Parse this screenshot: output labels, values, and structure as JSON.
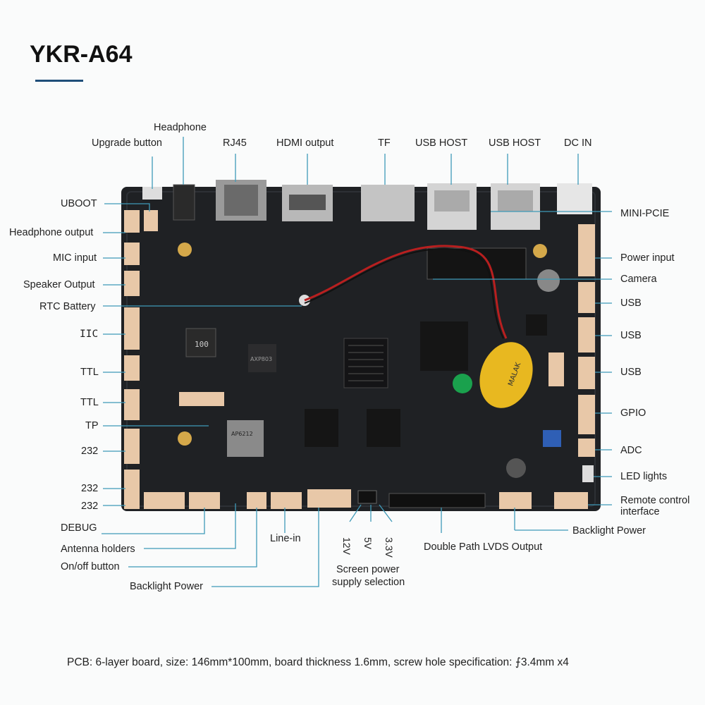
{
  "title": "YKR-A64",
  "labels": {
    "headphone": "Headphone",
    "upgrade_button": "Upgrade button",
    "rj45": "RJ45",
    "hdmi_output": "HDMI output",
    "tf": "TF",
    "usb_host_1": "USB HOST",
    "usb_host_2": "USB HOST",
    "dc_in": "DC IN",
    "uboot": "UBOOT",
    "headphone_output": "Headphone output",
    "mic_input": "MIC input",
    "speaker_output": "Speaker Output",
    "rtc_battery": "RTC Battery",
    "iic": "IIC",
    "ttl_1": "TTL",
    "ttl_2": "TTL",
    "tp": "TP",
    "rs232_1": "232",
    "rs232_2": "232",
    "rs232_3": "232",
    "debug": "DEBUG",
    "antenna_holders": "Antenna holders",
    "onoff_button": "On/off button",
    "backlight_power_left": "Backlight Power",
    "line_in": "Line-in",
    "v12": "12V",
    "v5": "5V",
    "v33": "3.3V",
    "screen_power_1": "Screen power",
    "screen_power_2": "supply selection",
    "lvds_output": "Double Path LVDS Output",
    "backlight_power_right": "Backlight Power",
    "mini_pcie": "MINI-PCIE",
    "power_input": "Power input",
    "camera": "Camera",
    "usb_1": "USB",
    "usb_2": "USB",
    "usb_3": "USB",
    "gpio": "GPIO",
    "adc": "ADC",
    "led_lights": "LED lights",
    "remote_control_1": "Remote control",
    "remote_control_2": "interface"
  },
  "board_markings": {
    "battery_text": "MALAK",
    "inductor_text": "100",
    "wifi_module_text": "AP6212",
    "pmic_text": "AXP803"
  },
  "footnote": "PCB: 6-layer board, size: 146mm*100mm, board thickness 1.6mm, screw hole specification: ⨍3.4mm x4",
  "colors": {
    "board": "#1f2124",
    "leader_line": "#3f9ab8",
    "connector": "#e8c8a8",
    "accent": "#1f4e79"
  }
}
